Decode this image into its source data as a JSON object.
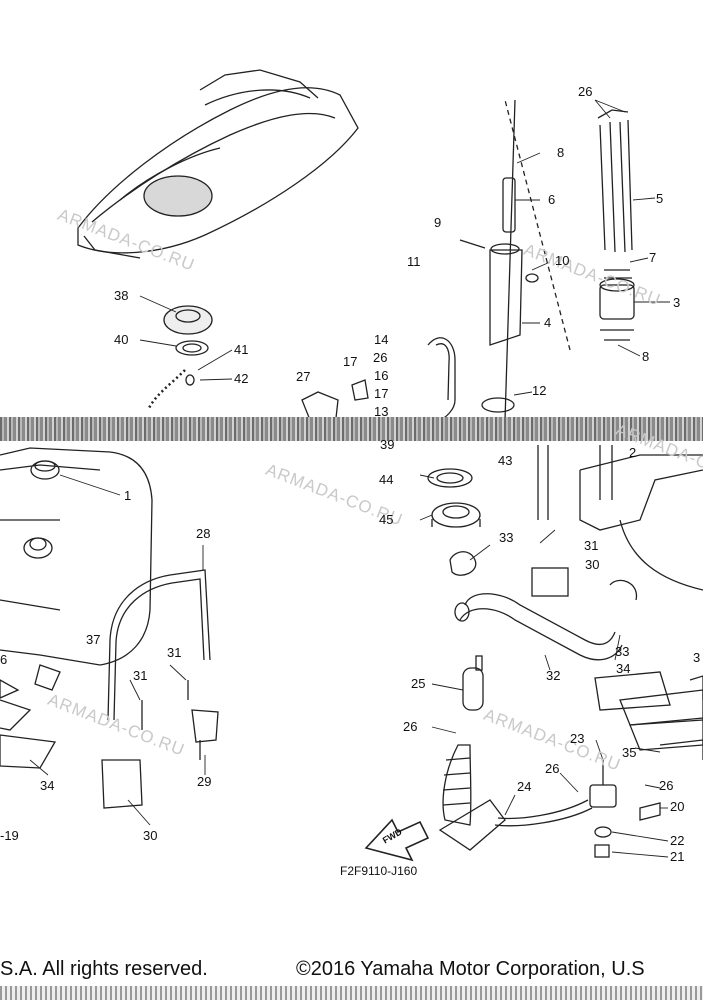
{
  "watermark": "ARMADA-CO.RU",
  "figure_code": "F2F9110-J160",
  "fwd_label": "FWD",
  "page_ref": "-19",
  "footer_left": "S.A. All rights reserved.",
  "footer_right": "©2016 Yamaha Motor Corporation, U.S",
  "part_numbers": {
    "p1": "1",
    "p2": "2",
    "p3": "3",
    "p4": "4",
    "p5": "5",
    "p6": "6",
    "p6b": "6",
    "p7": "7",
    "p8a": "8",
    "p8b": "8",
    "p9": "9",
    "p10": "10",
    "p11": "11",
    "p12": "12",
    "p13": "13",
    "p14": "14",
    "p16": "16",
    "p17a": "17",
    "p17b": "17",
    "p20": "20",
    "p21": "21",
    "p22": "22",
    "p23": "23",
    "p24": "24",
    "p25": "25",
    "p26a": "26",
    "p26b": "26",
    "p26c": "26",
    "p26d": "26",
    "p26e": "26",
    "p27": "27",
    "p28": "28",
    "p29": "29",
    "p30a": "30",
    "p30b": "30",
    "p31a": "31",
    "p31b": "31",
    "p31c": "31",
    "p32": "32",
    "p33a": "33",
    "p33b": "33",
    "p34a": "34",
    "p34b": "34",
    "p35": "35",
    "p37": "37",
    "p38": "38",
    "p39": "39",
    "p40": "40",
    "p41": "41",
    "p42": "42",
    "p43": "43",
    "p44": "44",
    "p45": "45",
    "p3b": "3"
  }
}
